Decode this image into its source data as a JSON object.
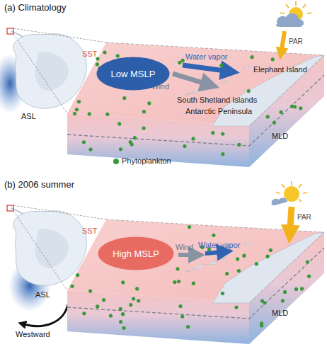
{
  "diagram": {
    "nodes": [
      {
        "text": [
          "Low MSLP"
        ]
      },
      {
        "text": [
          "High MSLP"
        ]
      }
    ],
    "labels": [
      "(a) Climatology",
      "PAR",
      "SST",
      "Water vapor",
      "Wind",
      "Elephant Island",
      "South Shetland Islands",
      "Antarctic Peninsula",
      "ASL",
      "MLD",
      "(b) 2006 summer",
      "PAR",
      "SST",
      "Wind",
      "Water vapor",
      "ASL",
      "Westward",
      "MLD"
    ],
    "legend": [
      {
        "text": "Phytoplankton",
        "color": "#3a9a3a"
      }
    ]
  }
}
